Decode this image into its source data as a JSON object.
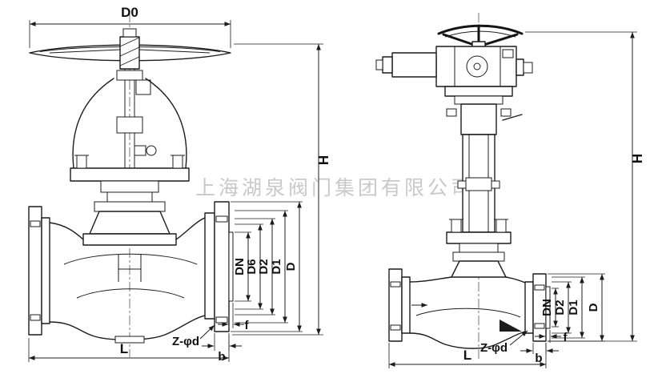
{
  "watermark": {
    "text": "上海湖泉阀门集团有限公司",
    "color": "#c9c9c9"
  },
  "palette": {
    "line": "#1c1c1c",
    "background": "#ffffff",
    "dim_text": "#111111"
  },
  "left_valve": {
    "labels": {
      "d0": "D0",
      "h": "H",
      "dn": "DN",
      "d6": "D6",
      "d2": "D2",
      "d1": "D1",
      "d": "D",
      "l": "L",
      "z_phi_d": "Z-φd",
      "b": "b",
      "f": "f"
    }
  },
  "right_valve": {
    "labels": {
      "h": "H",
      "dn": "DN",
      "d2": "D2",
      "d1": "D1",
      "d": "D",
      "l": "L",
      "z_phi_d": "Z-φd",
      "b": "b",
      "f": "f"
    }
  }
}
